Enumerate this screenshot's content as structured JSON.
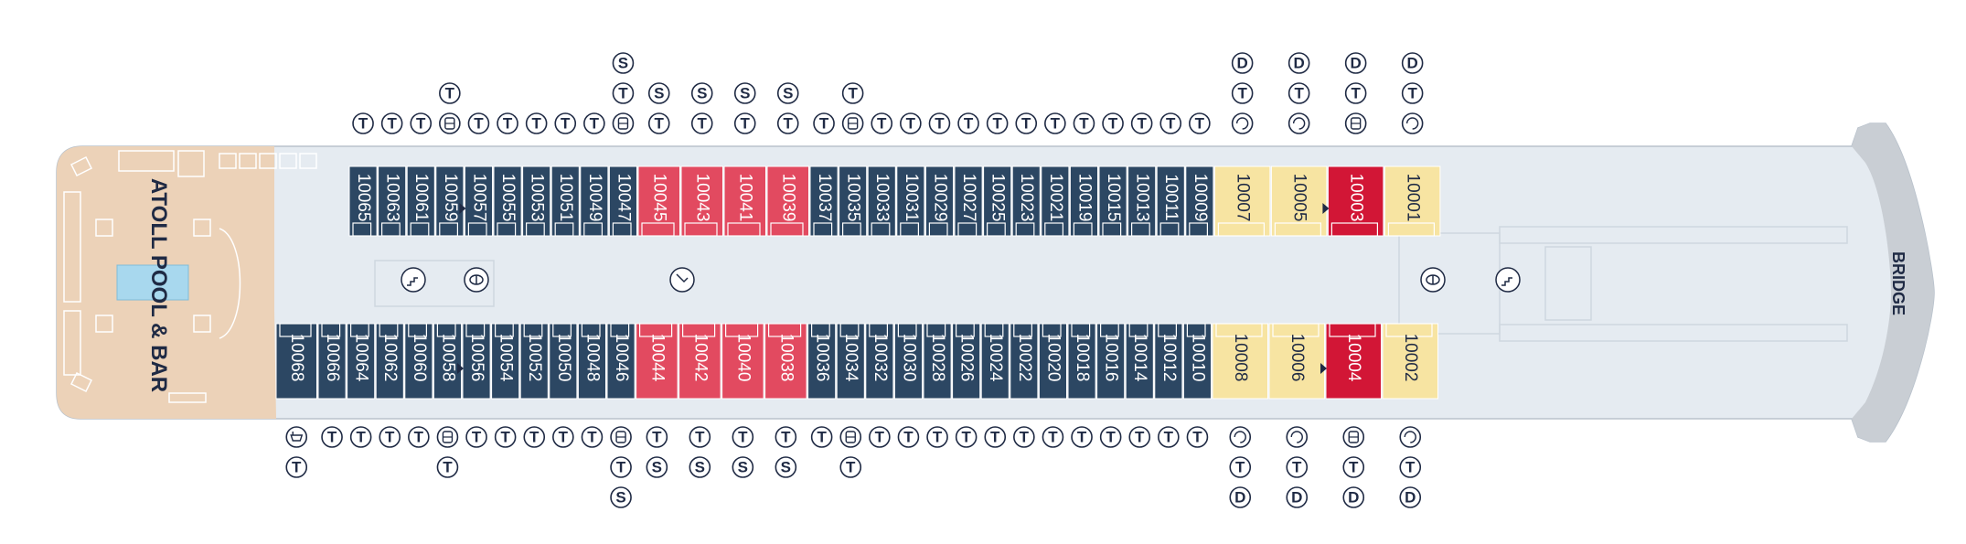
{
  "venue": {
    "name": "ATOLL POOL & BAR"
  },
  "bridge": {
    "label": "BRIDGE"
  },
  "colors": {
    "navy": "#2c4763",
    "red_light": "#e24a60",
    "red_dark": "#d21636",
    "yellow": "#f7e4a2",
    "deck": "#e5ebf1",
    "pool_deck": "#ecd2b8",
    "symbol": "#1f2a44"
  },
  "symbol_legend": {
    "T": "T",
    "S": "S",
    "D": "D"
  },
  "cabins_top": [
    {
      "num": "10065",
      "c": "navy",
      "above": [
        "T"
      ]
    },
    {
      "num": "10063",
      "c": "navy",
      "above": [
        "T"
      ]
    },
    {
      "num": "10061",
      "c": "navy",
      "above": [
        "T"
      ]
    },
    {
      "num": "10059",
      "c": "navy",
      "above": [
        "sofa",
        "T"
      ]
    },
    {
      "num": "10057",
      "c": "navy",
      "above": [
        "T"
      ],
      "accessible": true
    },
    {
      "num": "10055",
      "c": "navy",
      "above": [
        "T"
      ]
    },
    {
      "num": "10053",
      "c": "navy",
      "above": [
        "T"
      ]
    },
    {
      "num": "10051",
      "c": "navy",
      "above": [
        "T"
      ]
    },
    {
      "num": "10049",
      "c": "navy",
      "above": [
        "T"
      ]
    },
    {
      "num": "10047",
      "c": "navy",
      "above": [
        "sofa",
        "T",
        "S"
      ]
    },
    {
      "num": "10045",
      "c": "red_light",
      "above": [
        "T",
        "S"
      ]
    },
    {
      "num": "10043",
      "c": "red_light",
      "above": [
        "T",
        "S"
      ]
    },
    {
      "num": "10041",
      "c": "red_light",
      "above": [
        "T",
        "S"
      ]
    },
    {
      "num": "10039",
      "c": "red_light",
      "above": [
        "T",
        "S"
      ]
    },
    {
      "num": "10037",
      "c": "navy",
      "above": [
        "T"
      ]
    },
    {
      "num": "10035",
      "c": "navy",
      "above": [
        "sofa",
        "T"
      ]
    },
    {
      "num": "10033",
      "c": "navy",
      "above": [
        "T"
      ]
    },
    {
      "num": "10031",
      "c": "navy",
      "above": [
        "T"
      ]
    },
    {
      "num": "10029",
      "c": "navy",
      "above": [
        "T"
      ]
    },
    {
      "num": "10027",
      "c": "navy",
      "above": [
        "T"
      ]
    },
    {
      "num": "10025",
      "c": "navy",
      "above": [
        "T"
      ]
    },
    {
      "num": "10023",
      "c": "navy",
      "above": [
        "T"
      ]
    },
    {
      "num": "10021",
      "c": "navy",
      "above": [
        "T"
      ]
    },
    {
      "num": "10019",
      "c": "navy",
      "above": [
        "T"
      ]
    },
    {
      "num": "10015",
      "c": "navy",
      "above": [
        "T"
      ]
    },
    {
      "num": "10013",
      "c": "navy",
      "above": [
        "T"
      ]
    },
    {
      "num": "10011",
      "c": "navy",
      "above": [
        "T"
      ]
    },
    {
      "num": "10009",
      "c": "navy",
      "above": [
        "T"
      ]
    },
    {
      "num": "10007",
      "c": "yellow",
      "above": [
        "spa",
        "T",
        "D"
      ]
    },
    {
      "num": "10005",
      "c": "yellow",
      "above": [
        "spa",
        "T",
        "D"
      ]
    },
    {
      "num": "10003",
      "c": "red_dark",
      "above": [
        "sofa",
        "T",
        "D"
      ],
      "connecting": true
    },
    {
      "num": "10001",
      "c": "yellow",
      "above": [
        "spa",
        "T",
        "D"
      ]
    }
  ],
  "cabins_bottom": [
    {
      "num": "10068",
      "c": "navy",
      "below": [
        "tub",
        "T"
      ]
    },
    {
      "num": "10066",
      "c": "navy",
      "below": [
        "T"
      ]
    },
    {
      "num": "10064",
      "c": "navy",
      "below": [
        "T"
      ]
    },
    {
      "num": "10062",
      "c": "navy",
      "below": [
        "T"
      ]
    },
    {
      "num": "10060",
      "c": "navy",
      "below": [
        "T"
      ]
    },
    {
      "num": "10058",
      "c": "navy",
      "below": [
        "sofa",
        "T"
      ]
    },
    {
      "num": "10056",
      "c": "navy",
      "below": [
        "T"
      ],
      "accessible": true
    },
    {
      "num": "10054",
      "c": "navy",
      "below": [
        "T"
      ]
    },
    {
      "num": "10052",
      "c": "navy",
      "below": [
        "T"
      ]
    },
    {
      "num": "10050",
      "c": "navy",
      "below": [
        "T"
      ]
    },
    {
      "num": "10048",
      "c": "navy",
      "below": [
        "T"
      ]
    },
    {
      "num": "10046",
      "c": "navy",
      "below": [
        "sofa",
        "T",
        "S"
      ]
    },
    {
      "num": "10044",
      "c": "red_light",
      "below": [
        "T",
        "S"
      ]
    },
    {
      "num": "10042",
      "c": "red_light",
      "below": [
        "T",
        "S"
      ]
    },
    {
      "num": "10040",
      "c": "red_light",
      "below": [
        "T",
        "S"
      ]
    },
    {
      "num": "10038",
      "c": "red_light",
      "below": [
        "T",
        "S"
      ]
    },
    {
      "num": "10036",
      "c": "navy",
      "below": [
        "T"
      ]
    },
    {
      "num": "10034",
      "c": "navy",
      "below": [
        "sofa",
        "T"
      ]
    },
    {
      "num": "10032",
      "c": "navy",
      "below": [
        "T"
      ]
    },
    {
      "num": "10030",
      "c": "navy",
      "below": [
        "T"
      ]
    },
    {
      "num": "10028",
      "c": "navy",
      "below": [
        "T"
      ]
    },
    {
      "num": "10026",
      "c": "navy",
      "below": [
        "T"
      ]
    },
    {
      "num": "10024",
      "c": "navy",
      "below": [
        "T"
      ]
    },
    {
      "num": "10022",
      "c": "navy",
      "below": [
        "T"
      ]
    },
    {
      "num": "10020",
      "c": "navy",
      "below": [
        "T"
      ]
    },
    {
      "num": "10018",
      "c": "navy",
      "below": [
        "T"
      ]
    },
    {
      "num": "10016",
      "c": "navy",
      "below": [
        "T"
      ]
    },
    {
      "num": "10014",
      "c": "navy",
      "below": [
        "T"
      ]
    },
    {
      "num": "10012",
      "c": "navy",
      "below": [
        "T"
      ]
    },
    {
      "num": "10010",
      "c": "navy",
      "below": [
        "T"
      ]
    },
    {
      "num": "10008",
      "c": "yellow",
      "below": [
        "spa",
        "T",
        "D"
      ]
    },
    {
      "num": "10006",
      "c": "yellow",
      "below": [
        "spa",
        "T",
        "D"
      ]
    },
    {
      "num": "10004",
      "c": "red_dark",
      "below": [
        "sofa",
        "T",
        "D"
      ],
      "connecting": true
    },
    {
      "num": "10002",
      "c": "yellow",
      "below": [
        "spa",
        "T",
        "D"
      ]
    }
  ]
}
